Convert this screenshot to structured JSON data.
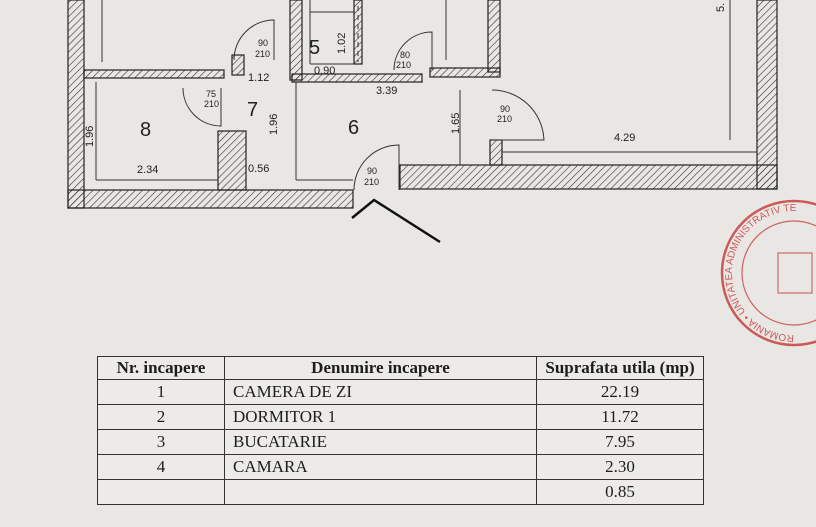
{
  "plan": {
    "rooms": [
      {
        "number": "5"
      },
      {
        "number": "6"
      },
      {
        "number": "7"
      },
      {
        "number": "8"
      }
    ],
    "dimensions": [
      "1.02",
      "0.90",
      "1.12",
      "3.39",
      "1.96",
      "1.96",
      "1.65",
      "2.34",
      "0.56",
      "4.29",
      "5."
    ],
    "doors": [
      {
        "w": "90",
        "h": "210"
      },
      {
        "w": "80",
        "h": "210"
      },
      {
        "w": "75",
        "h": "210"
      },
      {
        "w": "90",
        "h": "210"
      },
      {
        "w": "90",
        "h": "210"
      }
    ]
  },
  "table": {
    "headers": [
      "Nr. incapere",
      "Denumire incapere",
      "Suprafata utila (mp)"
    ],
    "rows": [
      {
        "nr": "1",
        "name": "CAMERA DE ZI",
        "area": "22.19"
      },
      {
        "nr": "2",
        "name": "DORMITOR 1",
        "area": "11.72"
      },
      {
        "nr": "3",
        "name": "BUCATARIE",
        "area": "7.95"
      },
      {
        "nr": "4",
        "name": "CAMARA",
        "area": "2.30"
      },
      {
        "nr": "",
        "name": "",
        "area": "0.85"
      }
    ]
  },
  "stamp": {
    "text": "ROMANIA • UNITATEA ADMINISTRATIV TERITORIALA • BUCURESTI"
  }
}
